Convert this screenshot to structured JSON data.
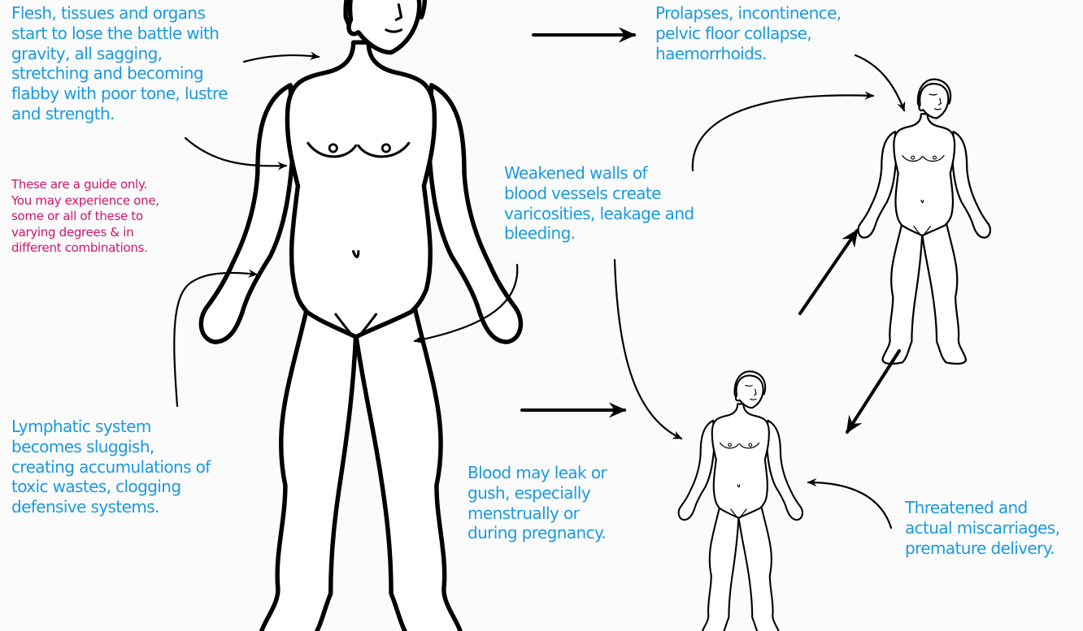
{
  "colors": {
    "annotation_text": "#1a9ae0",
    "disclaimer_text": "#d0146e",
    "background": "#fbfbfb",
    "figure_outline": "#000000"
  },
  "annotations": {
    "flesh": "Flesh, tissues and organs\nstart to lose the battle with\ngravity, all sagging,\nstretching and becoming\nflabby with poor tone, lustre\nand strength.",
    "disclaimer": "These are a guide only.\nYou may experience one,\nsome or all of these to\nvarying degrees & in\ndifferent combinations.",
    "lymphatic": "Lymphatic system\nbecomes sluggish,\ncreating accumulations of\ntoxic wastes, clogging\ndefensive systems.",
    "prolapses": "Prolapses, incontinence,\npelvic floor collapse,\nhaemorrhoids.",
    "vessels": "Weakened walls of\nblood vessels create\nvaricosities, leakage and\nbleeding.",
    "blood": "Blood may leak or\ngush, especially\nmenstrually or\nduring pregnancy.",
    "miscarriage": "Threatened and\nactual miscarriages,\npremature delivery."
  },
  "figures": [
    {
      "name": "large-female-figure"
    },
    {
      "name": "upper-right-female-figure"
    },
    {
      "name": "lower-right-female-figure"
    }
  ]
}
